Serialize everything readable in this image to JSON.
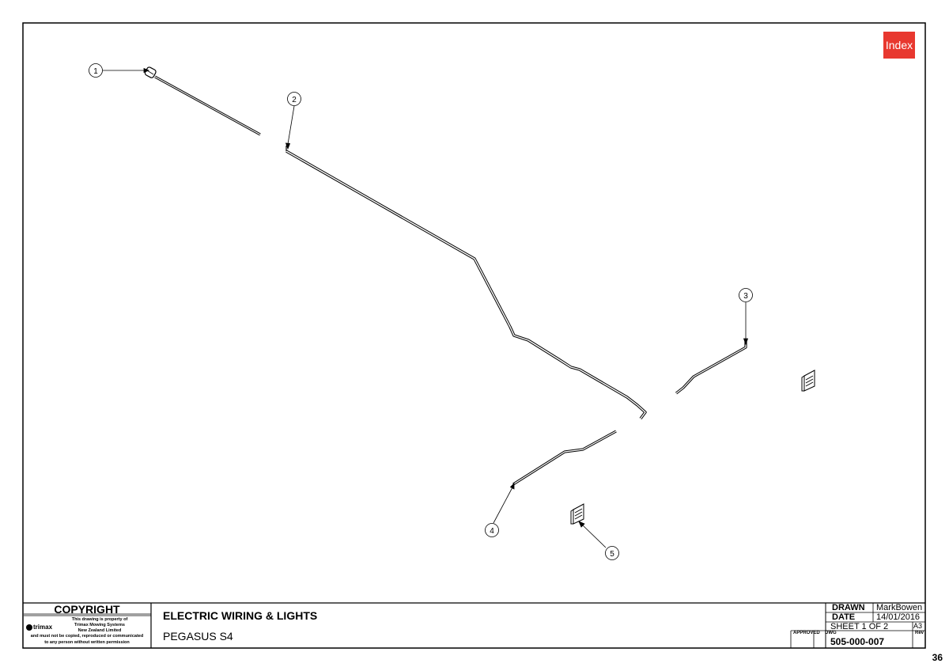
{
  "index_button": {
    "label": "Index"
  },
  "page_number": "36",
  "balloons": [
    "1",
    "2",
    "3",
    "4",
    "5"
  ],
  "title_block": {
    "copyright": {
      "heading": "COPYRIGHT",
      "lines": [
        "This drawing is property of",
        "Trimax Mowing Systems",
        "New Zealand Limited",
        "and must not be copied, reproduced or communicated",
        "to any person without written permission"
      ],
      "logo_text": "trimax"
    },
    "title": "ELECTRIC WIRING & LIGHTS",
    "subtitle": "PEGASUS S4",
    "drawn_label": "DRAWN",
    "drawn_value": "MarkBowen",
    "date_label": "DATE",
    "date_value": "14/01/2016",
    "sheet_label": "SHEET 1 OF 2",
    "size": "A3",
    "approved_label": "APPROVED",
    "dwg_label": "DWG",
    "rev_label": "Rev",
    "dwg_number": "505-000-007"
  },
  "colors": {
    "index_bg": "#e8382f",
    "line": "#000000"
  }
}
